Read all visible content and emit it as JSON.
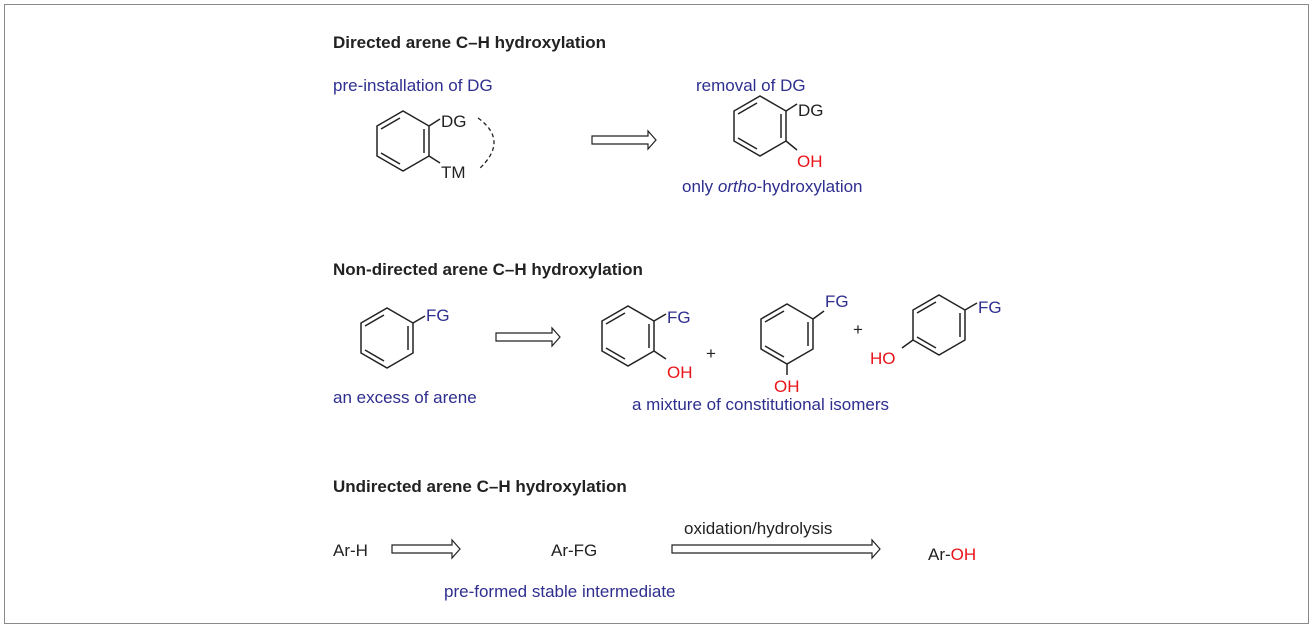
{
  "sections": [
    {
      "heading": "Directed arene C–H hydroxylation",
      "left_note": "pre-installation of DG",
      "right_note": "removal of DG",
      "dg": "DG",
      "tm": "TM",
      "oh": "OH",
      "caption_prefix": "only ",
      "caption_italic": "ortho",
      "caption_suffix": "-hydroxylation"
    },
    {
      "heading": "Non-directed arene C–H hydroxylation",
      "fg": "FG",
      "oh": "OH",
      "plus": "+",
      "ho": "HO",
      "left_caption": "an excess of arene",
      "right_caption": "a mixture of constitutional isomers"
    },
    {
      "heading": "Undirected arene C–H hydroxylation",
      "start": "Ar-H",
      "middle": "Ar-FG",
      "step_label": "oxidation/hydrolysis",
      "product_prefix": "Ar-",
      "product_suffix": "OH",
      "caption": "pre-formed stable intermediate"
    }
  ],
  "colors": {
    "blue": "#2e2e8f",
    "red": "#e8141a",
    "black": "#222222"
  }
}
